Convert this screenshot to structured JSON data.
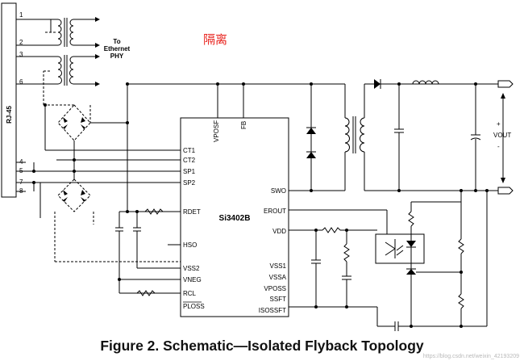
{
  "rj45": {
    "label": "RJ-45",
    "pins": [
      "1",
      "2",
      "3",
      "6",
      "4",
      "5",
      "7",
      "8"
    ]
  },
  "phy_label": [
    "To",
    "Ethernet",
    "PHY"
  ],
  "isolation_label": "隔离",
  "chip": {
    "name": "Si3402B",
    "left_pins": [
      "CT1",
      "CT2",
      "SP1",
      "SP2",
      "RDET",
      "HSO",
      "VSS2",
      "VNEG",
      "RCL",
      "PLOSS"
    ],
    "top_pins": [
      "VPOSF",
      "FB"
    ],
    "right_pins": [
      "SWO",
      "EROUT",
      "VDD",
      "VSS1",
      "VSSA",
      "VPOSS",
      "SSFT",
      "ISOSSFT"
    ]
  },
  "output": {
    "label": "VOUT",
    "plus": "+",
    "minus": "-"
  },
  "caption": "Figure 2. Schematic—Isolated Flyback Topology",
  "watermark": "https://blog.csdn.net/weixin_42193209"
}
